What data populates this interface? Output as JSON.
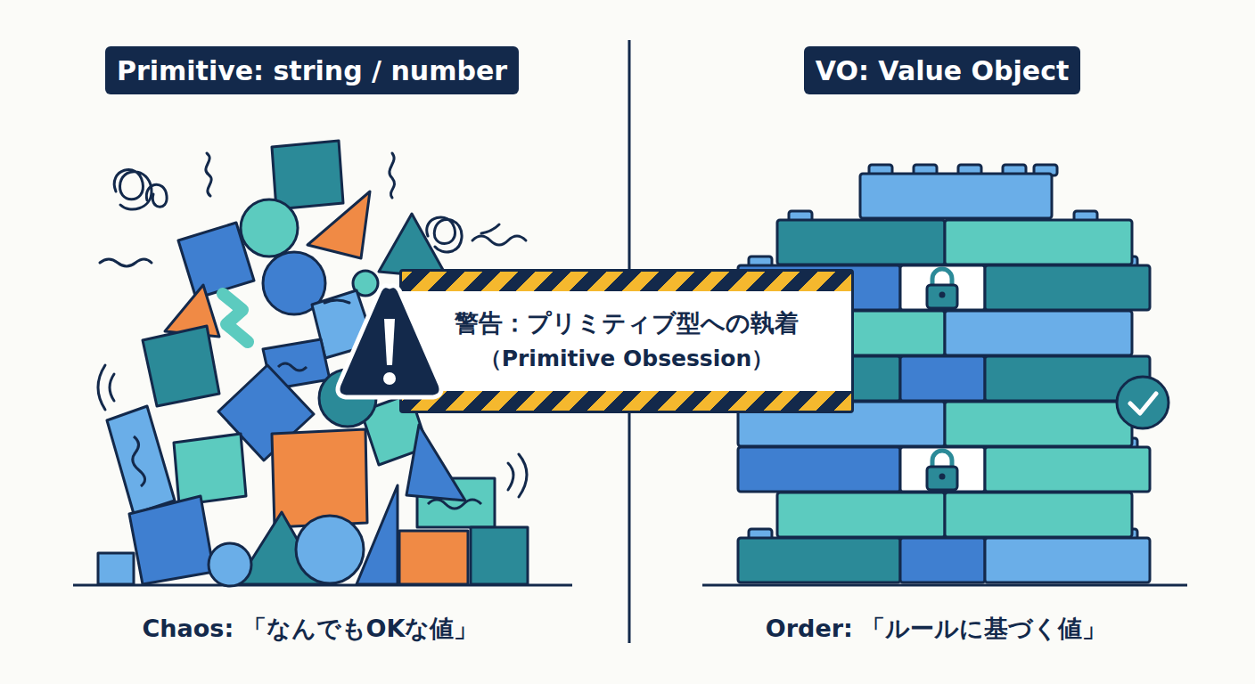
{
  "diagram": {
    "nodes": [
      {
        "text": [
          "Primitive: string / number"
        ]
      },
      {
        "text": [
          "VO: Value Object"
        ]
      },
      {
        "text": [
          "警告：プリミティブ型への執着",
          "（Primitive Obsession）"
        ]
      }
    ],
    "labels": [
      "Chaos: 「なんでもOKな値」",
      "Order: 「ルールに基づく値」"
    ]
  }
}
